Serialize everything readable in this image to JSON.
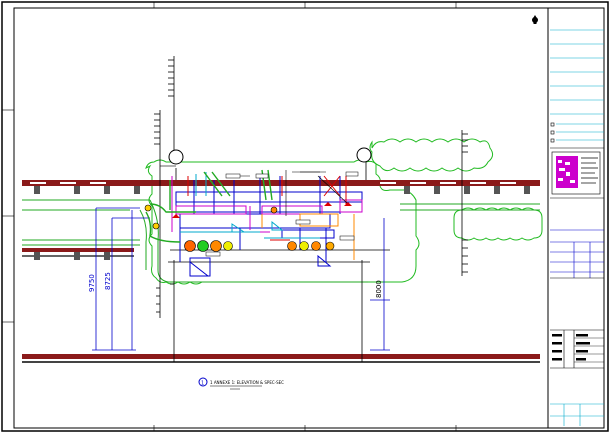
{
  "drawing": {
    "title_caption": "1 ANNEXE 1: ELEVATION & SPEC-SEC",
    "title_number": "1",
    "dimensions": [
      "9750",
      "8725",
      "8000"
    ],
    "colors": {
      "frame": "#000000",
      "wall": "#8b1a1a",
      "cloud": "#22bb22",
      "pipe_blue": "#0000cc",
      "pipe_magenta": "#cc00cc",
      "pipe_cyan": "#00bbcc",
      "pipe_red": "#dd0000",
      "pump_orange": "#ff8800",
      "pump_green": "#22cc22",
      "pump_yellow": "#eeee00"
    },
    "icons": [
      "north-arrow-icon",
      "scale-bar-icon",
      "section-marker-icon"
    ]
  },
  "title_block": {
    "sections": [
      "revision-table",
      "legend-stamp",
      "project-info-table",
      "sheet-data-table",
      "sheet-number-box"
    ]
  }
}
